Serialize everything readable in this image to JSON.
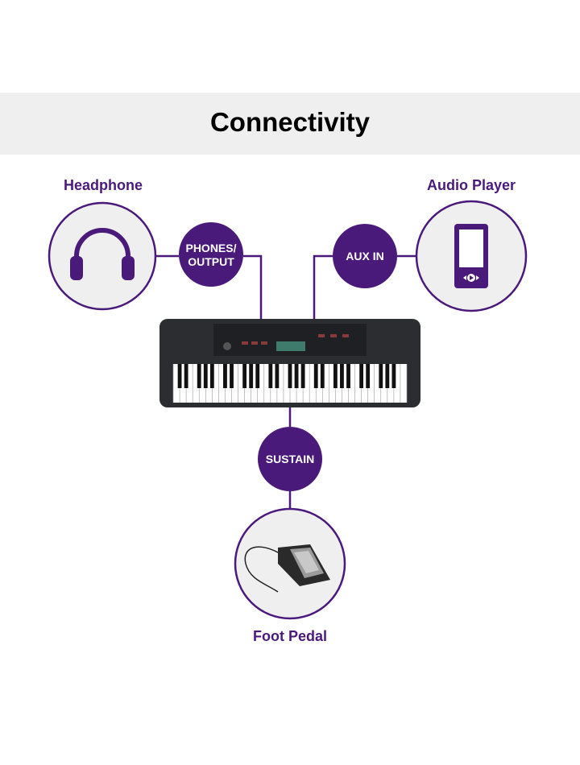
{
  "title": "Connectivity",
  "accent_color": "#4a1a7a",
  "devices": {
    "headphone": {
      "label": "Headphone",
      "icon": "headphones-icon"
    },
    "audio_player": {
      "label": "Audio Player",
      "icon": "media-player-icon"
    },
    "foot_pedal": {
      "label": "Foot Pedal",
      "icon": "sustain-pedal-image"
    }
  },
  "ports": {
    "phones": {
      "line1": "PHONES/",
      "line2": "OUTPUT"
    },
    "aux": "AUX IN",
    "sustain": "SUSTAIN"
  },
  "keyboard": {
    "icon": "digital-keyboard-image"
  }
}
